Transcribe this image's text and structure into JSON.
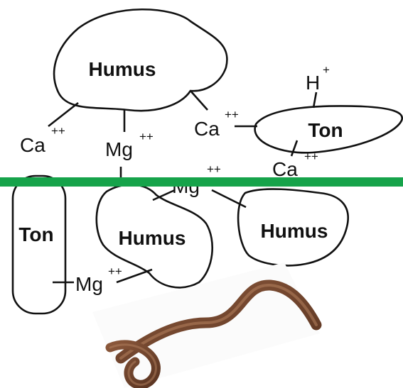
{
  "diagram": {
    "humus_label": "Humus",
    "ton_label": "Ton",
    "ion_ca": "Ca",
    "ion_mg": "Mg",
    "ion_h": "H",
    "charge_double": "++",
    "charge_single": "+"
  },
  "colors": {
    "divider": "#16a34a",
    "ink": "#111111",
    "worm_body": "#7a4a2e"
  }
}
